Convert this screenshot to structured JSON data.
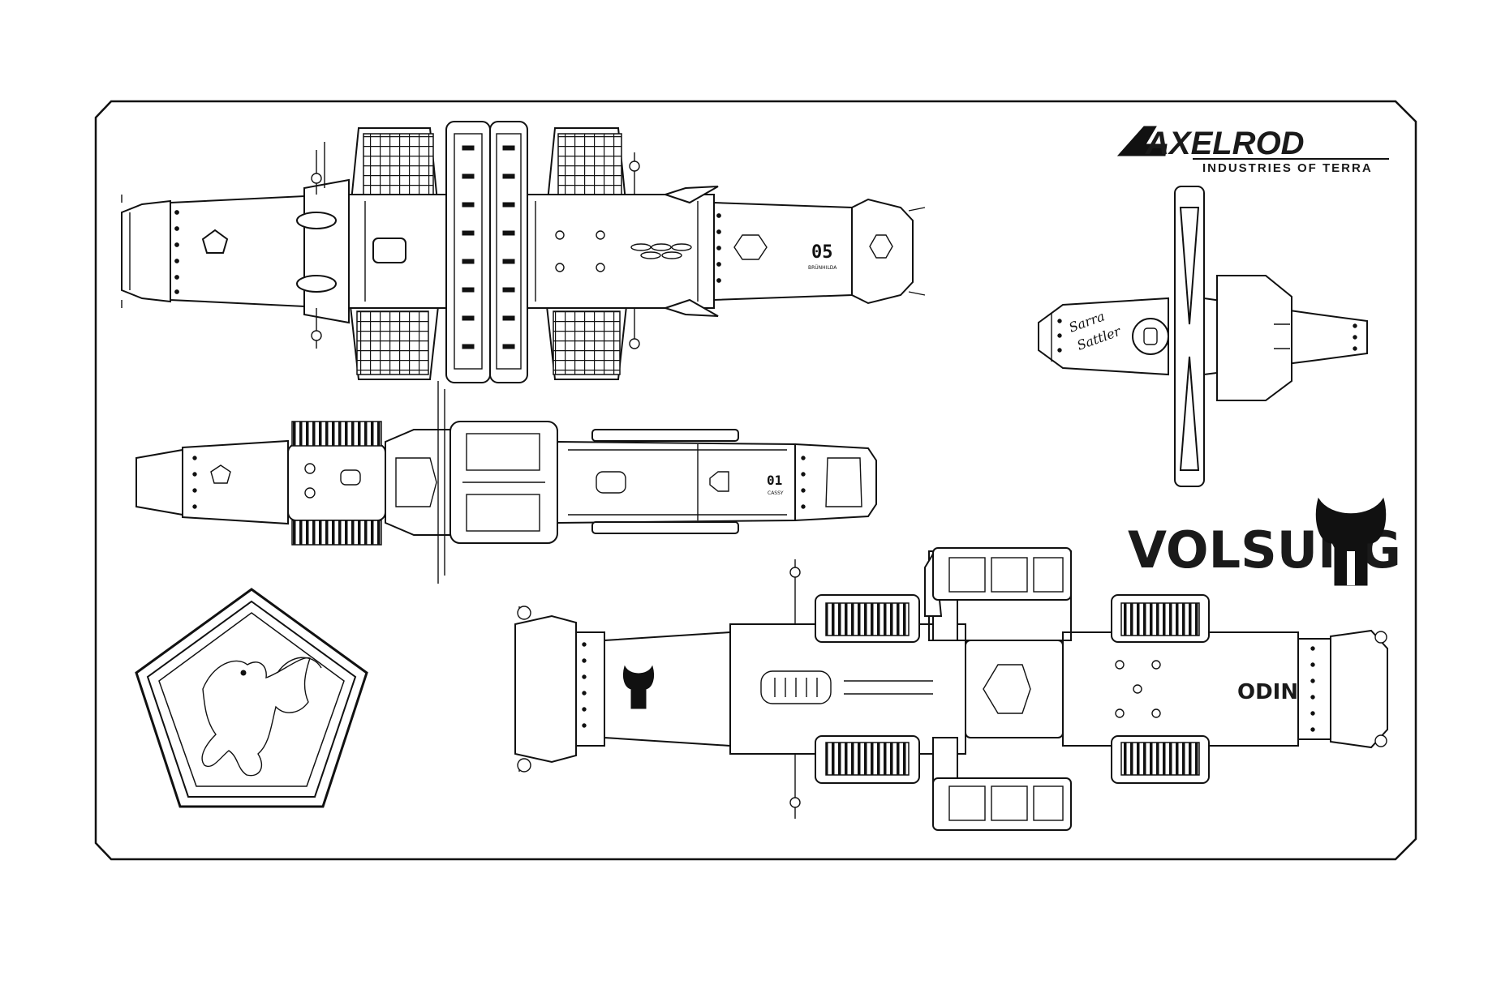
{
  "brand": {
    "name": "AXELROD",
    "tagline": "INDUSTRIES OF TERRA"
  },
  "title": "VOLSUNG",
  "views": {
    "top_view": {
      "hull_number": "05",
      "hull_subtext": "BRÜNHILDA"
    },
    "side_view": {
      "hull_number": "01",
      "hull_subtext": "CASSY"
    },
    "front_view": {
      "script_text_1": "Sarra",
      "script_text_2": "Sattler"
    },
    "bottom_view": {
      "hull_name": "ODIN"
    }
  },
  "colors": {
    "line": "#111111",
    "paper": "#ffffff"
  },
  "icons": [
    "horned-helmet-icon",
    "lion-dragon-crest-icon",
    "pentagon-emblem-icon"
  ]
}
